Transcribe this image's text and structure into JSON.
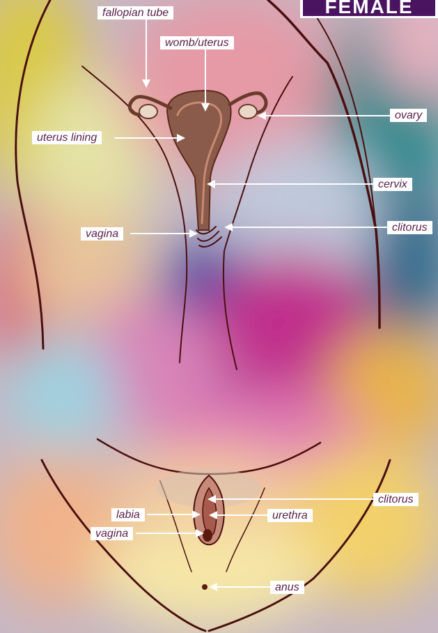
{
  "badge": {
    "title": "FEMALE"
  },
  "labels": {
    "fallopian_tube": "fallopian tube",
    "womb_uterus": "womb/uterus",
    "ovary": "ovary",
    "uterus_lining": "uterus lining",
    "cervix": "cervix",
    "vagina_internal": "vagina",
    "clitorus_internal": "clitorus",
    "clitorus_external": "clitorus",
    "labia": "labia",
    "urethra": "urethra",
    "vagina_external": "vagina",
    "anus": "anus"
  },
  "colors": {
    "label_text": "#5a1f4a",
    "label_bg": "#ffffff",
    "badge_bg": "#4a1460",
    "outline": "#4a0f10",
    "organ_fill": "#8a5a4a",
    "arrow": "#ffffff"
  }
}
